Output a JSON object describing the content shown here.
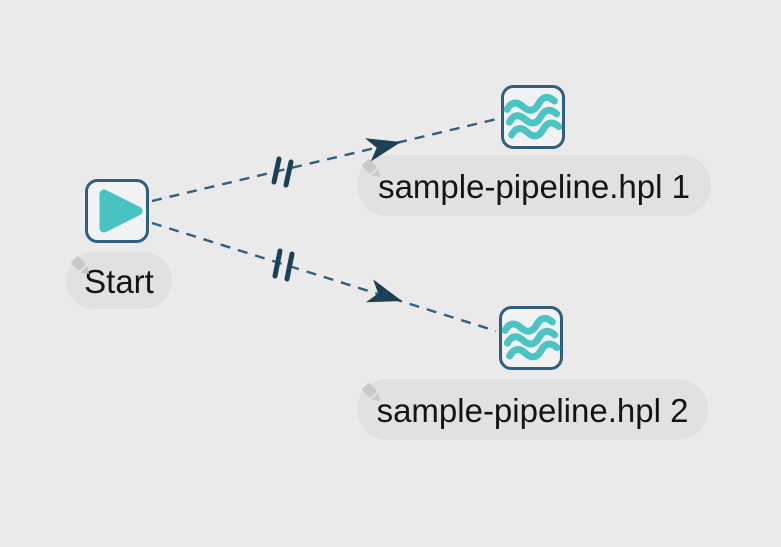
{
  "canvas": {
    "background": "#eaeaea"
  },
  "colors": {
    "node_border": "#2f5e7e",
    "node_fill": "#f2f2f2",
    "accent_teal": "#48c3c4",
    "hop_line": "#31617f",
    "hop_arrow": "#1c4056",
    "label_background": "#e1e1e1",
    "label_text": "#141414",
    "edit_icon": "#c9c9c9"
  },
  "workflow": {
    "nodes": [
      {
        "id": "start",
        "type": "start-action",
        "icon": "play-icon",
        "label": "Start"
      },
      {
        "id": "pipeline-1",
        "type": "pipeline-action",
        "icon": "pipeline-waves-icon",
        "label": "sample-pipeline.hpl 1"
      },
      {
        "id": "pipeline-2",
        "type": "pipeline-action",
        "icon": "pipeline-waves-icon",
        "label": "sample-pipeline.hpl 2"
      }
    ],
    "hops": [
      {
        "from": "start",
        "to": "pipeline-1",
        "style": "dashed",
        "run_mode": "parallel"
      },
      {
        "from": "start",
        "to": "pipeline-2",
        "style": "dashed",
        "run_mode": "parallel"
      }
    ]
  }
}
